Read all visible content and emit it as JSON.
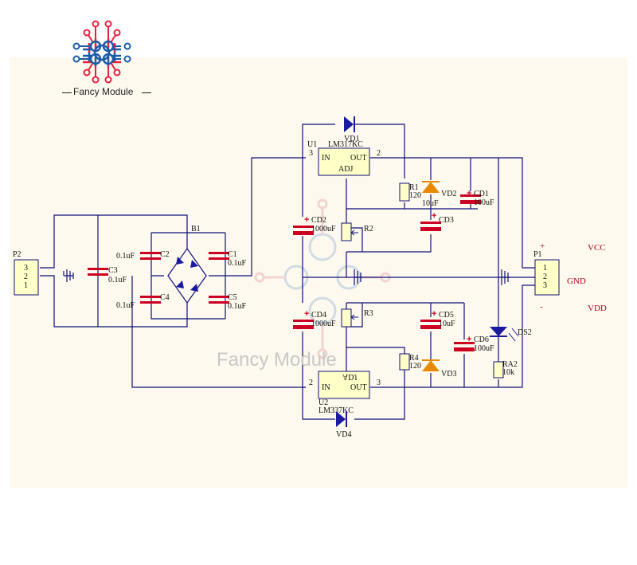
{
  "brand": {
    "name": "Fancy Module",
    "watermark": "Fancy Module"
  },
  "connectors": {
    "p2": {
      "ref": "P2",
      "pins": [
        "3",
        "2",
        "1"
      ]
    },
    "p1": {
      "ref": "P1",
      "pins": [
        "1",
        "2",
        "3"
      ]
    }
  },
  "power_labels": {
    "plus": "+",
    "vcc": "VCC",
    "gnd": "GND",
    "minus": "-",
    "vdd": "VDD"
  },
  "bridge": {
    "ref": "B1"
  },
  "capacitors": {
    "c1": {
      "ref": "C1",
      "value": "0.1uF"
    },
    "c2": {
      "ref": "C2",
      "value": "0.1uF"
    },
    "c3": {
      "ref": "C3",
      "value": "0.1uF"
    },
    "c4": {
      "ref": "C4",
      "value": "0.1uF"
    },
    "c5": {
      "ref": "C5",
      "value": "0.1uF"
    },
    "cd1": {
      "ref": "CD1",
      "value": "100uF"
    },
    "cd2": {
      "ref": "CD2",
      "value": "1000uF"
    },
    "cd3": {
      "ref": "CD3"
    },
    "cd4": {
      "ref": "CD4",
      "value": "1000uF"
    },
    "cd5": {
      "ref": "CD5",
      "value": "10uF"
    },
    "cd6": {
      "ref": "CD6",
      "value": "100uF"
    },
    "vd2_cap_value": "10uF"
  },
  "regulators": {
    "u1": {
      "ref": "U1",
      "part": "LM317KC",
      "in": "IN",
      "out": "OUT",
      "adj": "ADJ",
      "pin_in": "3",
      "pin_out": "2"
    },
    "u2": {
      "ref": "U2",
      "part": "LM337KC",
      "in": "IN",
      "out": "OUT",
      "adj": "ADJ",
      "pin_in": "2",
      "pin_out": "3"
    }
  },
  "resistors": {
    "r1": {
      "ref": "R1",
      "value": "120"
    },
    "r4": {
      "ref": "R4",
      "value": "120"
    },
    "ra2": {
      "ref": "RA2",
      "value": "10k"
    }
  },
  "pots": {
    "r2": {
      "ref": "R2"
    },
    "r3": {
      "ref": "R3"
    }
  },
  "diodes": {
    "vd1": "VD1",
    "vd2": "VD2",
    "vd3": "VD3",
    "vd4": "VD4",
    "ds2": "DS2"
  },
  "colors": {
    "wire": "#10107a",
    "capacitor": "#cc0022",
    "diode": "#1a1aa0",
    "zener": "#e88a00",
    "connector_fill": "#ffffc8",
    "logo_red": "#e8203a",
    "logo_blue": "#1a5aa8",
    "background": "#fdf9ee"
  }
}
